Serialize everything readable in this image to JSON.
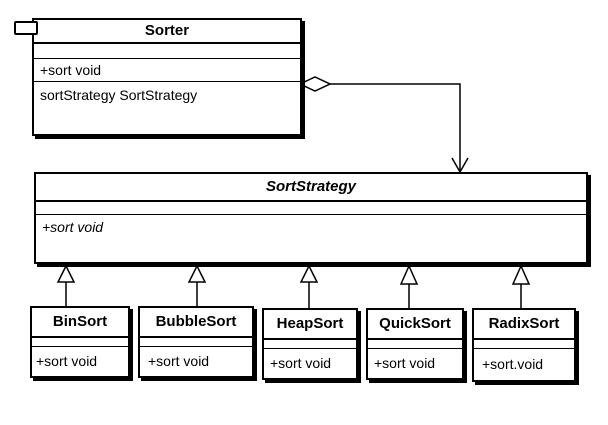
{
  "sorter": {
    "title": "Sorter",
    "operation": "+sort void",
    "attribute": "sortStrategy SortStrategy"
  },
  "strategy": {
    "title": "SortStrategy",
    "operation": "+sort void"
  },
  "subclasses": [
    {
      "name": "BinSort",
      "operation": "+sort void"
    },
    {
      "name": "BubbleSort",
      "operation": "+sort void"
    },
    {
      "name": "HeapSort",
      "operation": "+sort void"
    },
    {
      "name": "QuickSort",
      "operation": "+sort void"
    },
    {
      "name": "RadixSort",
      "operation": "+sort.void"
    }
  ]
}
